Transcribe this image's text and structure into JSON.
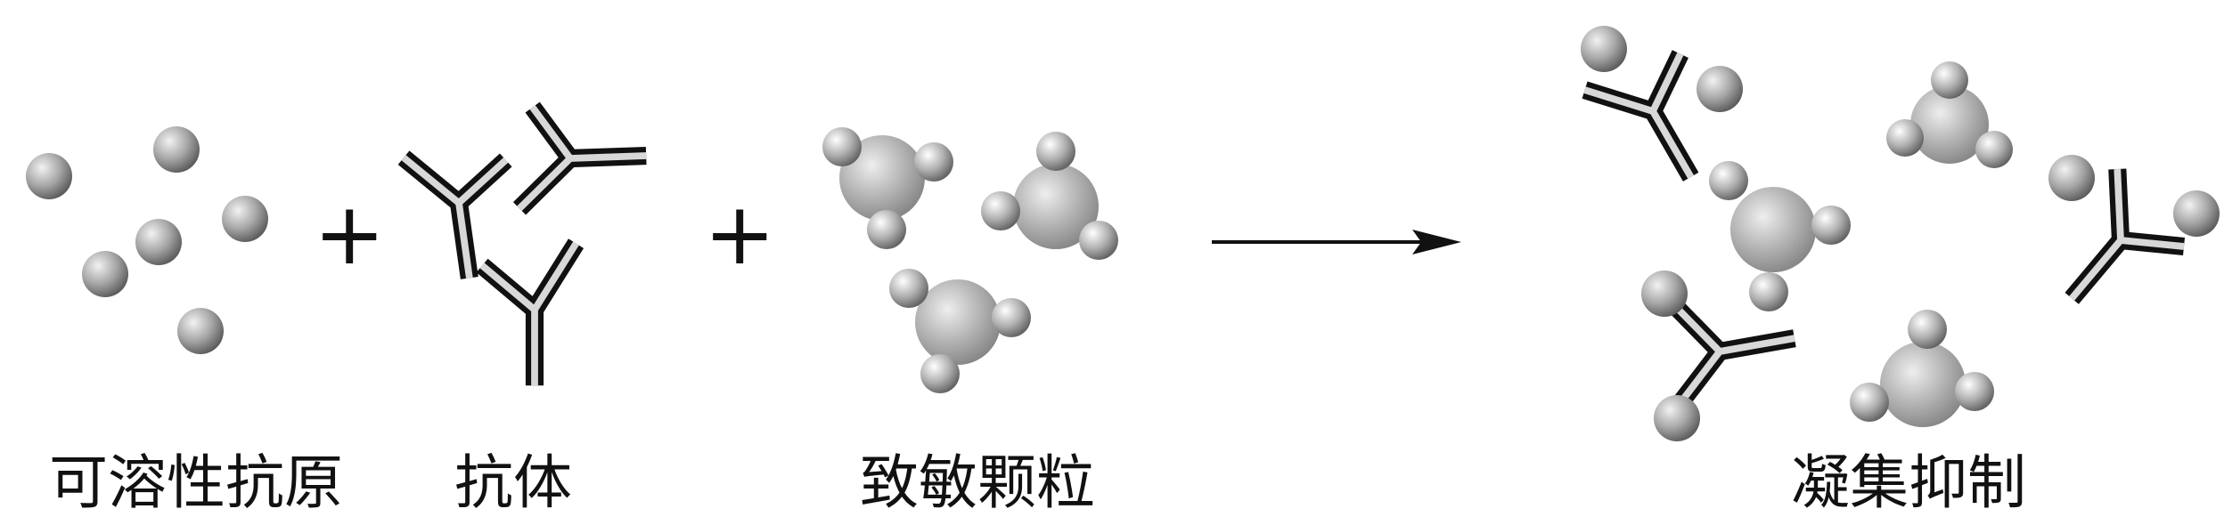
{
  "labels": {
    "soluble_antigen": "可溶性抗原",
    "antibody": "抗体",
    "sensitized_particle": "致敏颗粒",
    "agglutination_inhibition": "凝集抑制"
  },
  "operators": {
    "plus_1": "+",
    "plus_2": "+"
  },
  "colors": {
    "ball_light": "#f2f2f2",
    "ball_mid": "#a6a6a6",
    "ball_dark": "#5a5a5a",
    "particle_light": "#eeeeee",
    "particle_mid": "#b4b4b4",
    "particle_dark": "#7c7c7c",
    "antibody_outline": "#111111",
    "antibody_fill": "#d8d8d8",
    "arrow": "#111111"
  }
}
